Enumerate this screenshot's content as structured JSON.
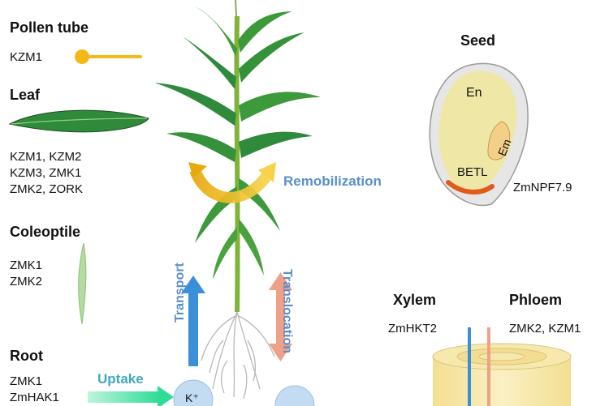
{
  "left": {
    "pollen_tube": {
      "title": "Pollen tube",
      "genes": [
        "KZM1"
      ]
    },
    "leaf": {
      "title": "Leaf",
      "genes": [
        "KZM1, KZM2",
        "KZM3, ZMK1",
        "ZMK2, ZORK"
      ]
    },
    "coleoptile": {
      "title": "Coleoptile",
      "genes": [
        "ZMK1",
        "ZMK2"
      ]
    },
    "root": {
      "title": "Root",
      "genes": [
        "ZMK1",
        "ZmHAK1"
      ]
    }
  },
  "center": {
    "remobilization": "Remobilization",
    "transport": "Transport",
    "translocation": "Translocation",
    "uptake": "Uptake",
    "ion": "K⁺"
  },
  "seed": {
    "title": "Seed",
    "endosperm": "En",
    "embryo": "Em",
    "betl": "BETL",
    "gene": "ZmNPF7.9"
  },
  "vascular": {
    "xylem": {
      "title": "Xylem",
      "gene": "ZmHKT2"
    },
    "phloem": {
      "title": "Phloem",
      "gene": "ZMK2, KZM1"
    }
  },
  "colors": {
    "leaf_green": "#2f8a3c",
    "stem_green": "#7fb33a",
    "transport_blue": "#3b8fd9",
    "translocation_salmon": "#eea088",
    "remob_yellow": "#f2b918",
    "uptake_green": "#3de0a0",
    "seed_yellow": "#efe7a6",
    "betl_orange": "#e05a1c",
    "cylinder": "#f7e7a7"
  }
}
